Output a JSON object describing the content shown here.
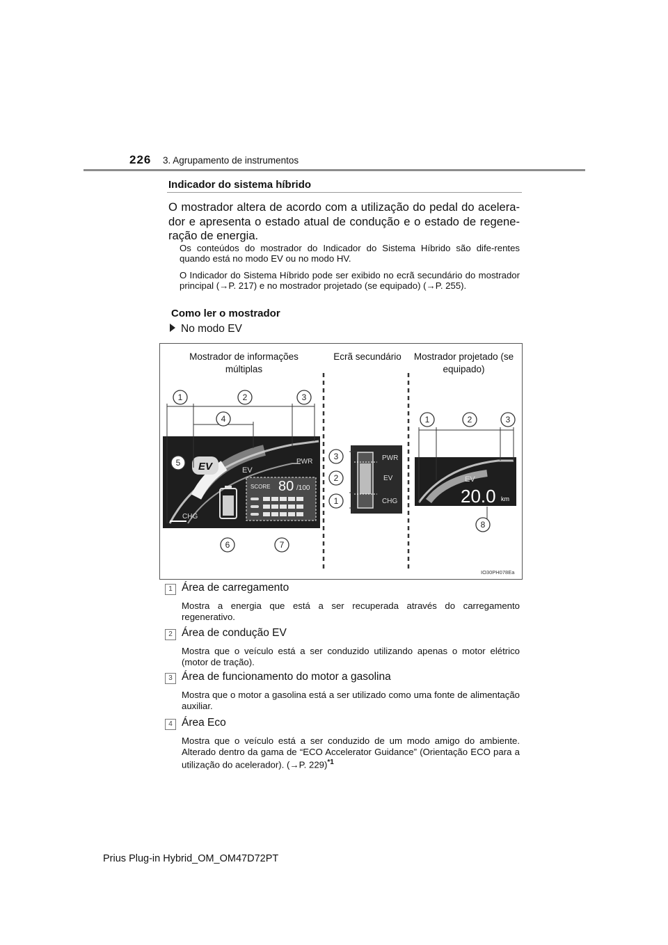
{
  "header": {
    "page_number": "226",
    "chapter": "3. Agrupamento de instrumentos"
  },
  "section": {
    "title": "Indicador do sistema híbrido",
    "intro": "O mostrador altera de acordo com a utilização do pedal do acelera-dor e apresenta o estado atual de condução e o estado de regene-ração de energia.",
    "note1": "Os conteúdos do mostrador do Indicador do Sistema Híbrido são dife-rentes quando está no modo EV ou no modo HV.",
    "note2": "O Indicador do Sistema Híbrido pode ser exibido no ecrã secundário do mostrador principal (→P. 217) e no mostrador projetado (se equipado) (→P. 255)."
  },
  "subsection": {
    "title": "Como ler o mostrador",
    "mode": "No modo EV"
  },
  "figure": {
    "label_multi": "Mostrador de informações múltiplas",
    "label_secondary": "Ecrã secundário",
    "label_hud": "Mostrador projetado (se equipado)",
    "callouts": [
      "1",
      "2",
      "3",
      "4",
      "5",
      "6",
      "7",
      "8"
    ],
    "display_texts": {
      "ev": "EV",
      "pwr": "PWR",
      "chg": "CHG",
      "score": "SCORE",
      "score_value": "80",
      "score_max": "/100",
      "hud_distance": "20.0",
      "hud_unit": "km"
    },
    "code": "IO30PH078Ea"
  },
  "items": [
    {
      "num": "1",
      "title": "Área de carregamento",
      "desc": "Mostra a energia que está a ser recuperada através do carregamento regenerativo."
    },
    {
      "num": "2",
      "title": "Área de condução EV",
      "desc": "Mostra que o veículo está a ser conduzido utilizando apenas o motor elétrico (motor de tração)."
    },
    {
      "num": "3",
      "title": "Área de funcionamento do motor a gasolina",
      "desc": "Mostra que o motor a gasolina está a ser utilizado como uma fonte de alimentação auxiliar."
    },
    {
      "num": "4",
      "title": "Área Eco",
      "desc": "Mostra que o veículo está a ser conduzido de um modo amigo do ambiente. Alterado dentro da gama de “ECO Accelerator Guidance” (Orientação ECO para a utilização do acelerador). (→P. 229)",
      "footnote": "*1"
    }
  ],
  "footer": {
    "text": "Prius Plug-in Hybrid_OM_OM47D72PT"
  }
}
